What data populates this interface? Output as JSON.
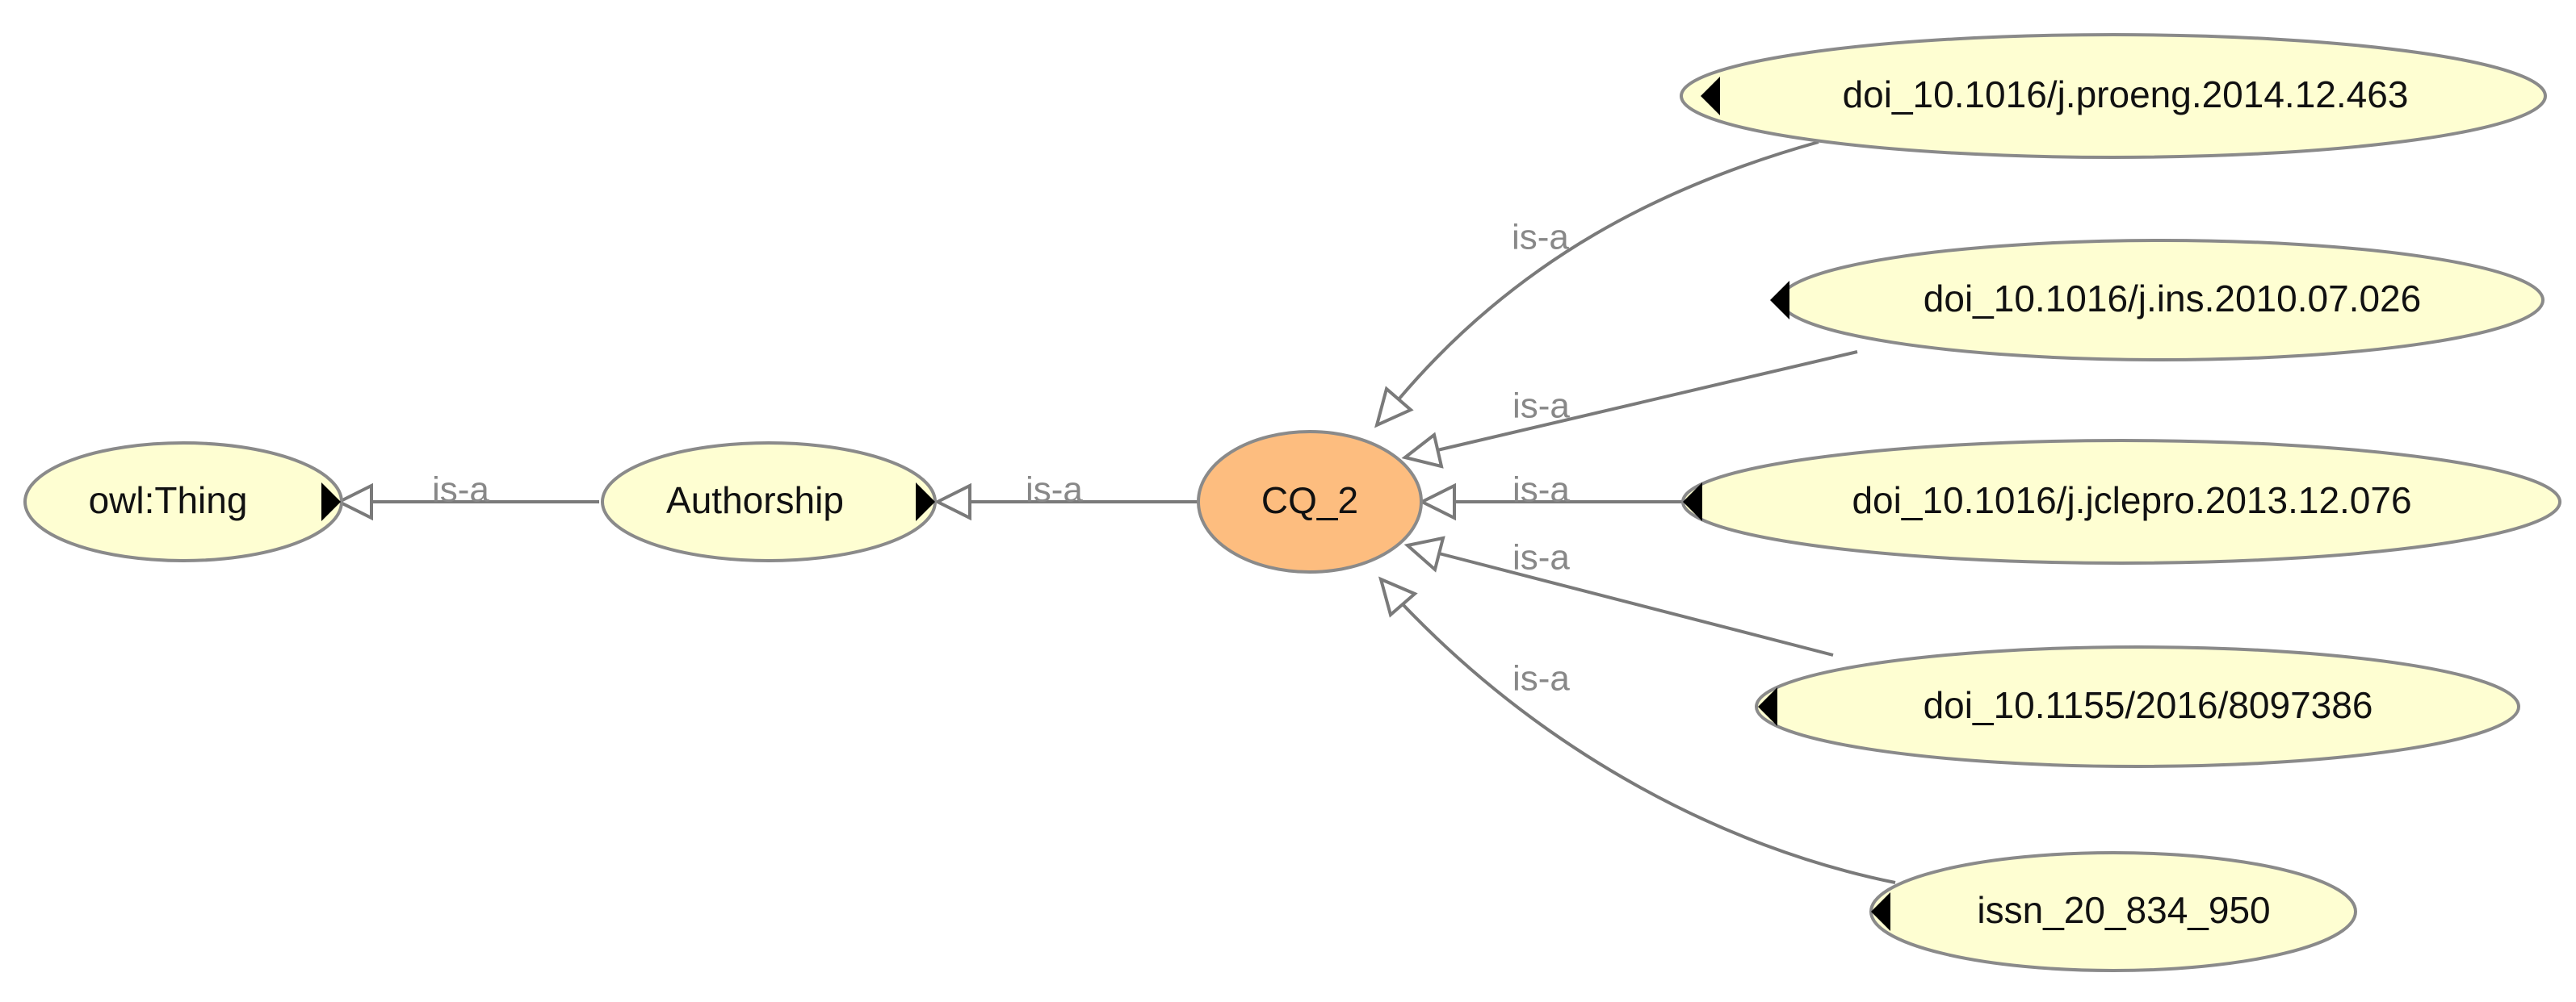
{
  "colors": {
    "node_default": "#fefed2",
    "node_selected": "#fdbd7f",
    "edge": "#7a7a7a",
    "edge_label": "#888888"
  },
  "nodes": {
    "owl_thing": {
      "label": "owl:Thing",
      "expand_marker": "right"
    },
    "authorship": {
      "label": "Authorship",
      "expand_marker": "right"
    },
    "cq2": {
      "label": "CQ_2",
      "selected": true
    },
    "doi_proeng": {
      "label": "doi_10.1016/j.proeng.2014.12.463",
      "expand_marker": "left"
    },
    "doi_ins": {
      "label": "doi_10.1016/j.ins.2010.07.026",
      "expand_marker": "left"
    },
    "doi_jclepro": {
      "label": "doi_10.1016/j.jclepro.2013.12.076",
      "expand_marker": "left"
    },
    "doi_1155": {
      "label": "doi_10.1155/2016/8097386",
      "expand_marker": "left"
    },
    "issn": {
      "label": "issn_20_834_950",
      "expand_marker": "left"
    }
  },
  "edges": [
    {
      "from": "authorship",
      "to": "owl_thing",
      "label": "is-a"
    },
    {
      "from": "cq2",
      "to": "authorship",
      "label": "is-a"
    },
    {
      "from": "doi_proeng",
      "to": "cq2",
      "label": "is-a"
    },
    {
      "from": "doi_ins",
      "to": "cq2",
      "label": "is-a"
    },
    {
      "from": "doi_jclepro",
      "to": "cq2",
      "label": "is-a"
    },
    {
      "from": "doi_1155",
      "to": "cq2",
      "label": "is-a"
    },
    {
      "from": "issn",
      "to": "cq2",
      "label": "is-a"
    }
  ]
}
